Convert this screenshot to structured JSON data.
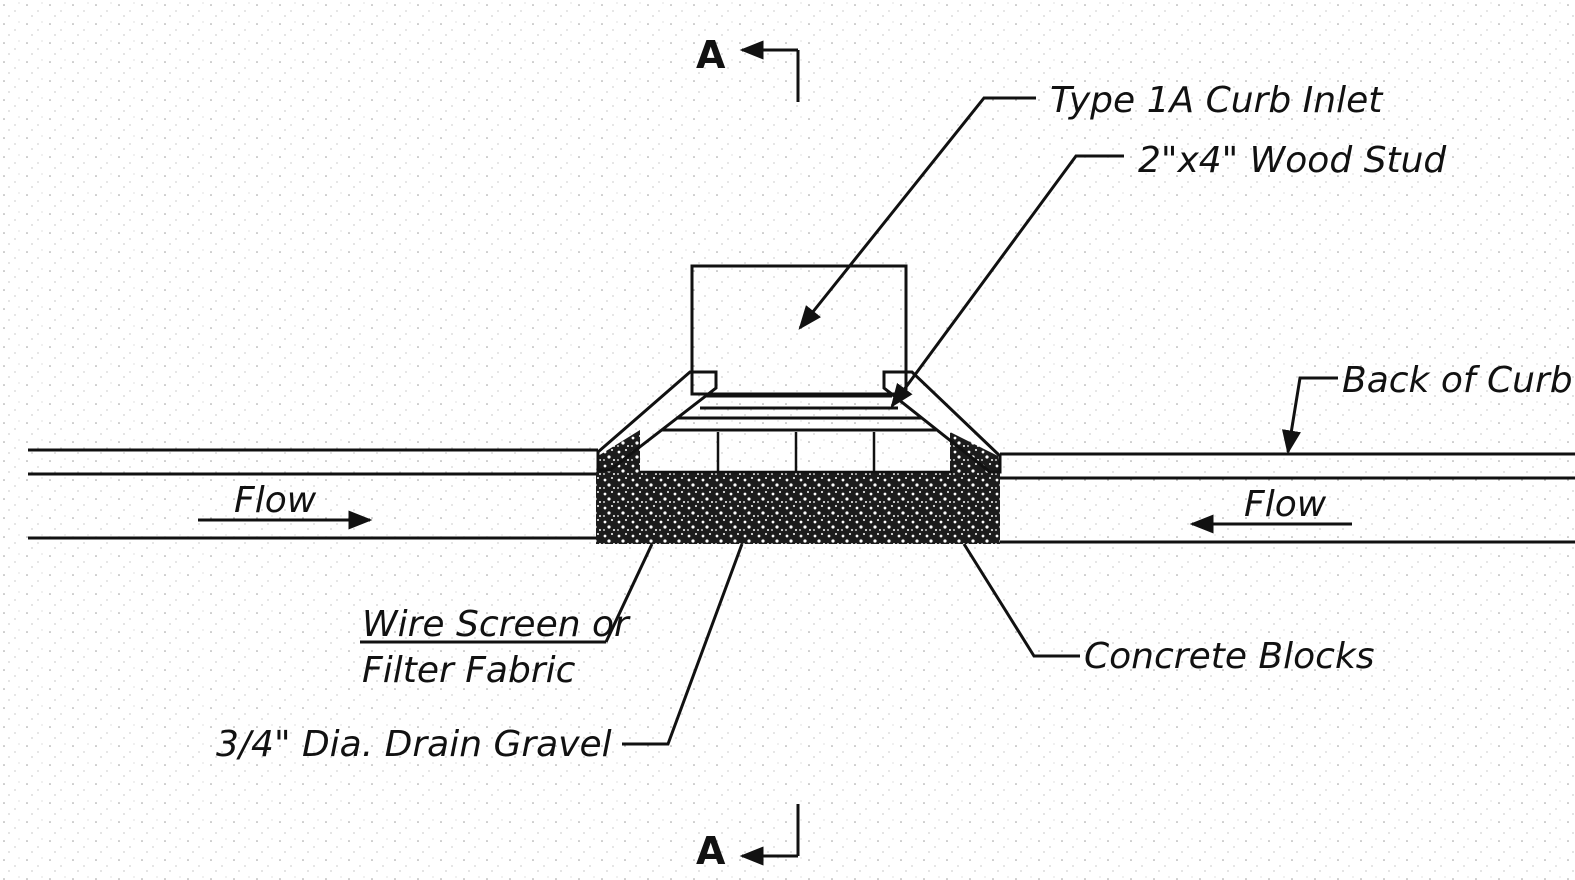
{
  "section_marker_top": "A",
  "section_marker_bottom": "A",
  "labels": {
    "curb_inlet": "Type 1A Curb Inlet",
    "wood_stud": "2\"x4\" Wood Stud",
    "back_of_curb": "Back of Curb",
    "flow_left": "Flow",
    "flow_right": "Flow",
    "wire_screen_line1": "Wire Screen or",
    "wire_screen_line2": "Filter Fabric",
    "drain_gravel": "3/4\" Dia. Drain Gravel",
    "concrete_blocks": "Concrete Blocks"
  },
  "colors": {
    "ink": "#111111",
    "paper": "#ffffff",
    "gravel": "#1c1c1c"
  }
}
